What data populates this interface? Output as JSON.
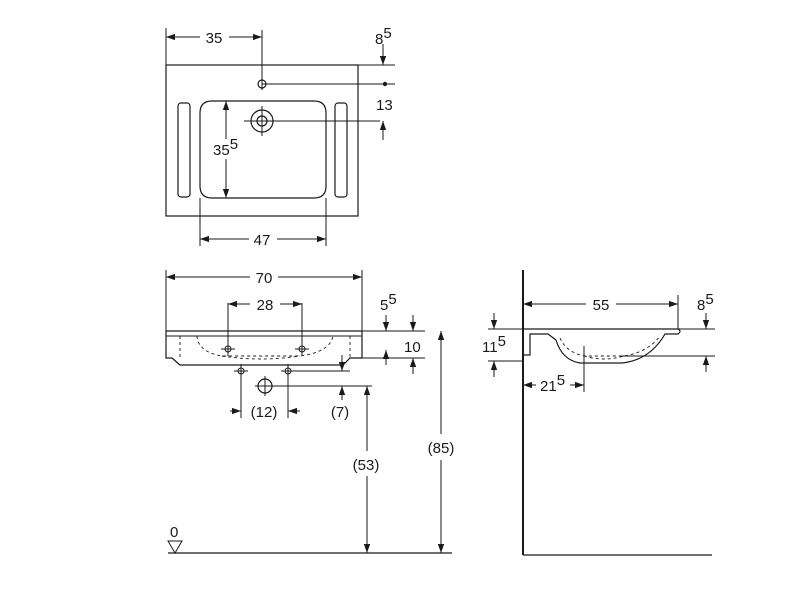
{
  "top_view": {
    "dim_tap_offset": {
      "main": "35",
      "sup": ""
    },
    "dim_edge_to_tap": {
      "main": "8",
      "sup": "5"
    },
    "dim_tap_to_drain": {
      "main": "13",
      "sup": ""
    },
    "dim_bowl_depth": {
      "main": "35",
      "sup": "5"
    },
    "dim_bowl_width": {
      "main": "47",
      "sup": ""
    }
  },
  "front_view": {
    "dim_overall_width": {
      "main": "70",
      "sup": ""
    },
    "dim_fixing_spacing": {
      "main": "28",
      "sup": ""
    },
    "dim_rim_thickness": {
      "main": "5",
      "sup": "5"
    },
    "dim_basin_height": {
      "main": "10",
      "sup": ""
    },
    "dim_waste_spacing": {
      "main": "(12)",
      "sup": ""
    },
    "dim_waste_drop": {
      "main": "(7)",
      "sup": ""
    },
    "dim_waste_height": {
      "main": "(53)",
      "sup": ""
    },
    "dim_total_height": {
      "main": "(85)",
      "sup": ""
    },
    "floor_level": {
      "main": "0",
      "sup": ""
    }
  },
  "side_view": {
    "dim_projection": {
      "main": "55",
      "sup": ""
    },
    "dim_rim_to_top": {
      "main": "8",
      "sup": "5"
    },
    "dim_bracket_height": {
      "main": "11",
      "sup": "5"
    },
    "dim_bowl_offset": {
      "main": "21",
      "sup": "5"
    }
  }
}
